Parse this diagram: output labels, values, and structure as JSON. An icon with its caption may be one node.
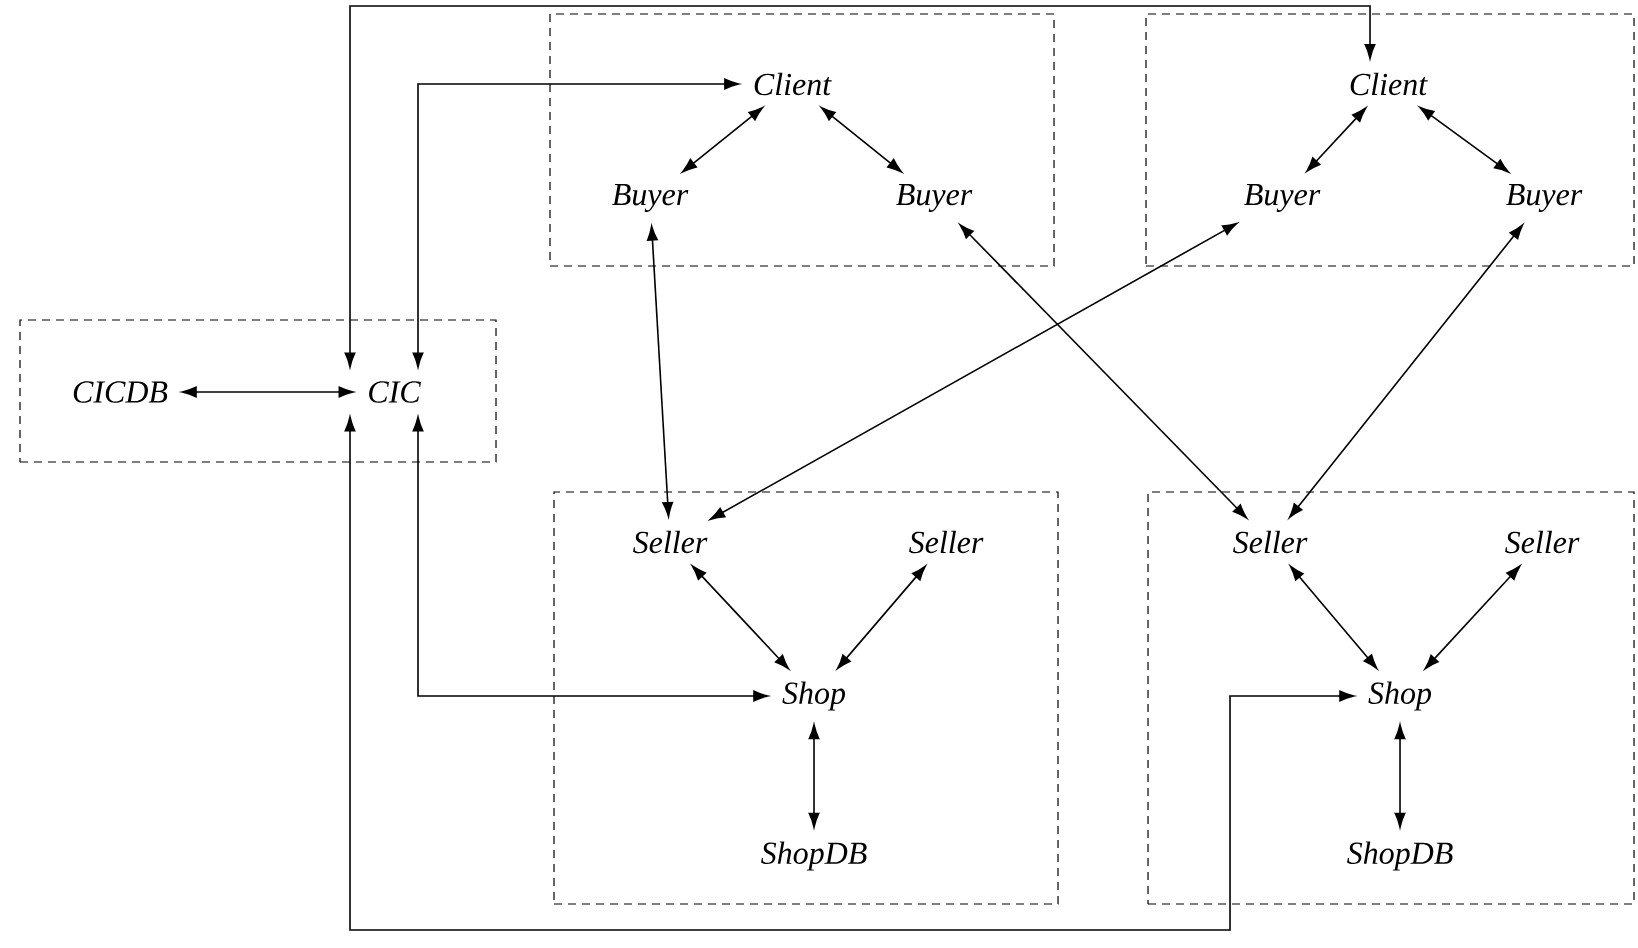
{
  "diagram": {
    "nodes": [
      {
        "text": [],
        "shape": "box"
      },
      {
        "text": [
          "Client"
        ],
        "in": 0
      },
      {
        "text": [
          "Buyer"
        ],
        "in": 0
      },
      {
        "text": [
          "Buyer"
        ],
        "in": 0
      },
      {
        "text": [],
        "shape": "box"
      },
      {
        "text": [
          "Client"
        ],
        "in": 4
      },
      {
        "text": [
          "Buyer"
        ],
        "in": 4
      },
      {
        "text": [
          "Buyer"
        ],
        "in": 4
      },
      {
        "text": [],
        "shape": "box"
      },
      {
        "text": [
          "CICDB"
        ],
        "in": 8
      },
      {
        "text": [
          "CIC"
        ],
        "in": 8
      },
      {
        "text": [],
        "shape": "box"
      },
      {
        "text": [
          "Seller"
        ],
        "in": 11
      },
      {
        "text": [
          "Seller"
        ],
        "in": 11
      },
      {
        "text": [
          "Shop"
        ],
        "in": 11
      },
      {
        "text": [
          "ShopDB"
        ],
        "in": 11
      },
      {
        "text": [],
        "shape": "box"
      },
      {
        "text": [
          "Seller"
        ],
        "in": 16
      },
      {
        "text": [
          "Seller"
        ],
        "in": 16
      },
      {
        "text": [
          "Shop"
        ],
        "in": 16
      },
      {
        "text": [
          "ShopDB"
        ],
        "in": 16
      }
    ],
    "edges": [
      {
        "from": 1,
        "to": 2,
        "arrow": "both"
      },
      {
        "from": 1,
        "to": 3,
        "arrow": "both"
      },
      {
        "from": 5,
        "to": 6,
        "arrow": "both"
      },
      {
        "from": 5,
        "to": 7,
        "arrow": "both"
      },
      {
        "from": 9,
        "to": 10,
        "arrow": "both"
      },
      {
        "from": 12,
        "to": 14,
        "arrow": "both"
      },
      {
        "from": 13,
        "to": 14,
        "arrow": "both"
      },
      {
        "from": 14,
        "to": 15,
        "arrow": "both"
      },
      {
        "from": 17,
        "to": 19,
        "arrow": "both"
      },
      {
        "from": 18,
        "to": 19,
        "arrow": "both"
      },
      {
        "from": 19,
        "to": 20,
        "arrow": "both"
      },
      {
        "from": 2,
        "to": 12,
        "arrow": "both"
      },
      {
        "from": 3,
        "to": 17,
        "arrow": "both"
      },
      {
        "from": 6,
        "to": 12,
        "arrow": "both"
      },
      {
        "from": 7,
        "to": 17,
        "arrow": "both"
      },
      {
        "from": 10,
        "to": 1,
        "arrow": "both"
      },
      {
        "from": 10,
        "to": 5,
        "arrow": "both"
      },
      {
        "from": 10,
        "to": 14,
        "arrow": "both"
      },
      {
        "from": 10,
        "to": 19,
        "arrow": "both"
      }
    ]
  }
}
